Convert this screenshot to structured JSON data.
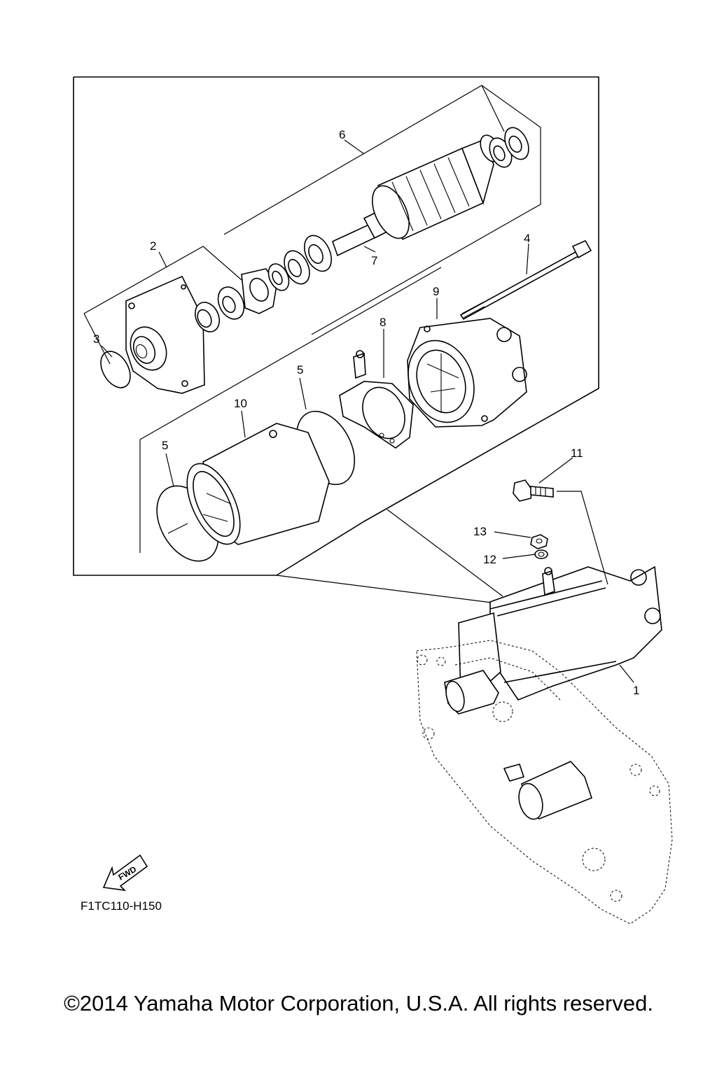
{
  "diagram": {
    "callouts": [
      {
        "id": "1",
        "label": "1"
      },
      {
        "id": "2",
        "label": "2"
      },
      {
        "id": "3",
        "label": "3"
      },
      {
        "id": "4",
        "label": "4"
      },
      {
        "id": "5a",
        "label": "5"
      },
      {
        "id": "5b",
        "label": "5"
      },
      {
        "id": "6",
        "label": "6"
      },
      {
        "id": "7",
        "label": "7"
      },
      {
        "id": "8",
        "label": "8"
      },
      {
        "id": "9",
        "label": "9"
      },
      {
        "id": "10",
        "label": "10"
      },
      {
        "id": "11",
        "label": "11"
      },
      {
        "id": "12",
        "label": "12"
      },
      {
        "id": "13",
        "label": "13"
      }
    ],
    "fwd_label": "FWD",
    "diagram_code": "F1TC110-H150"
  },
  "footer": {
    "copyright": "©2014 Yamaha Motor Corporation, U.S.A. All rights reserved."
  }
}
